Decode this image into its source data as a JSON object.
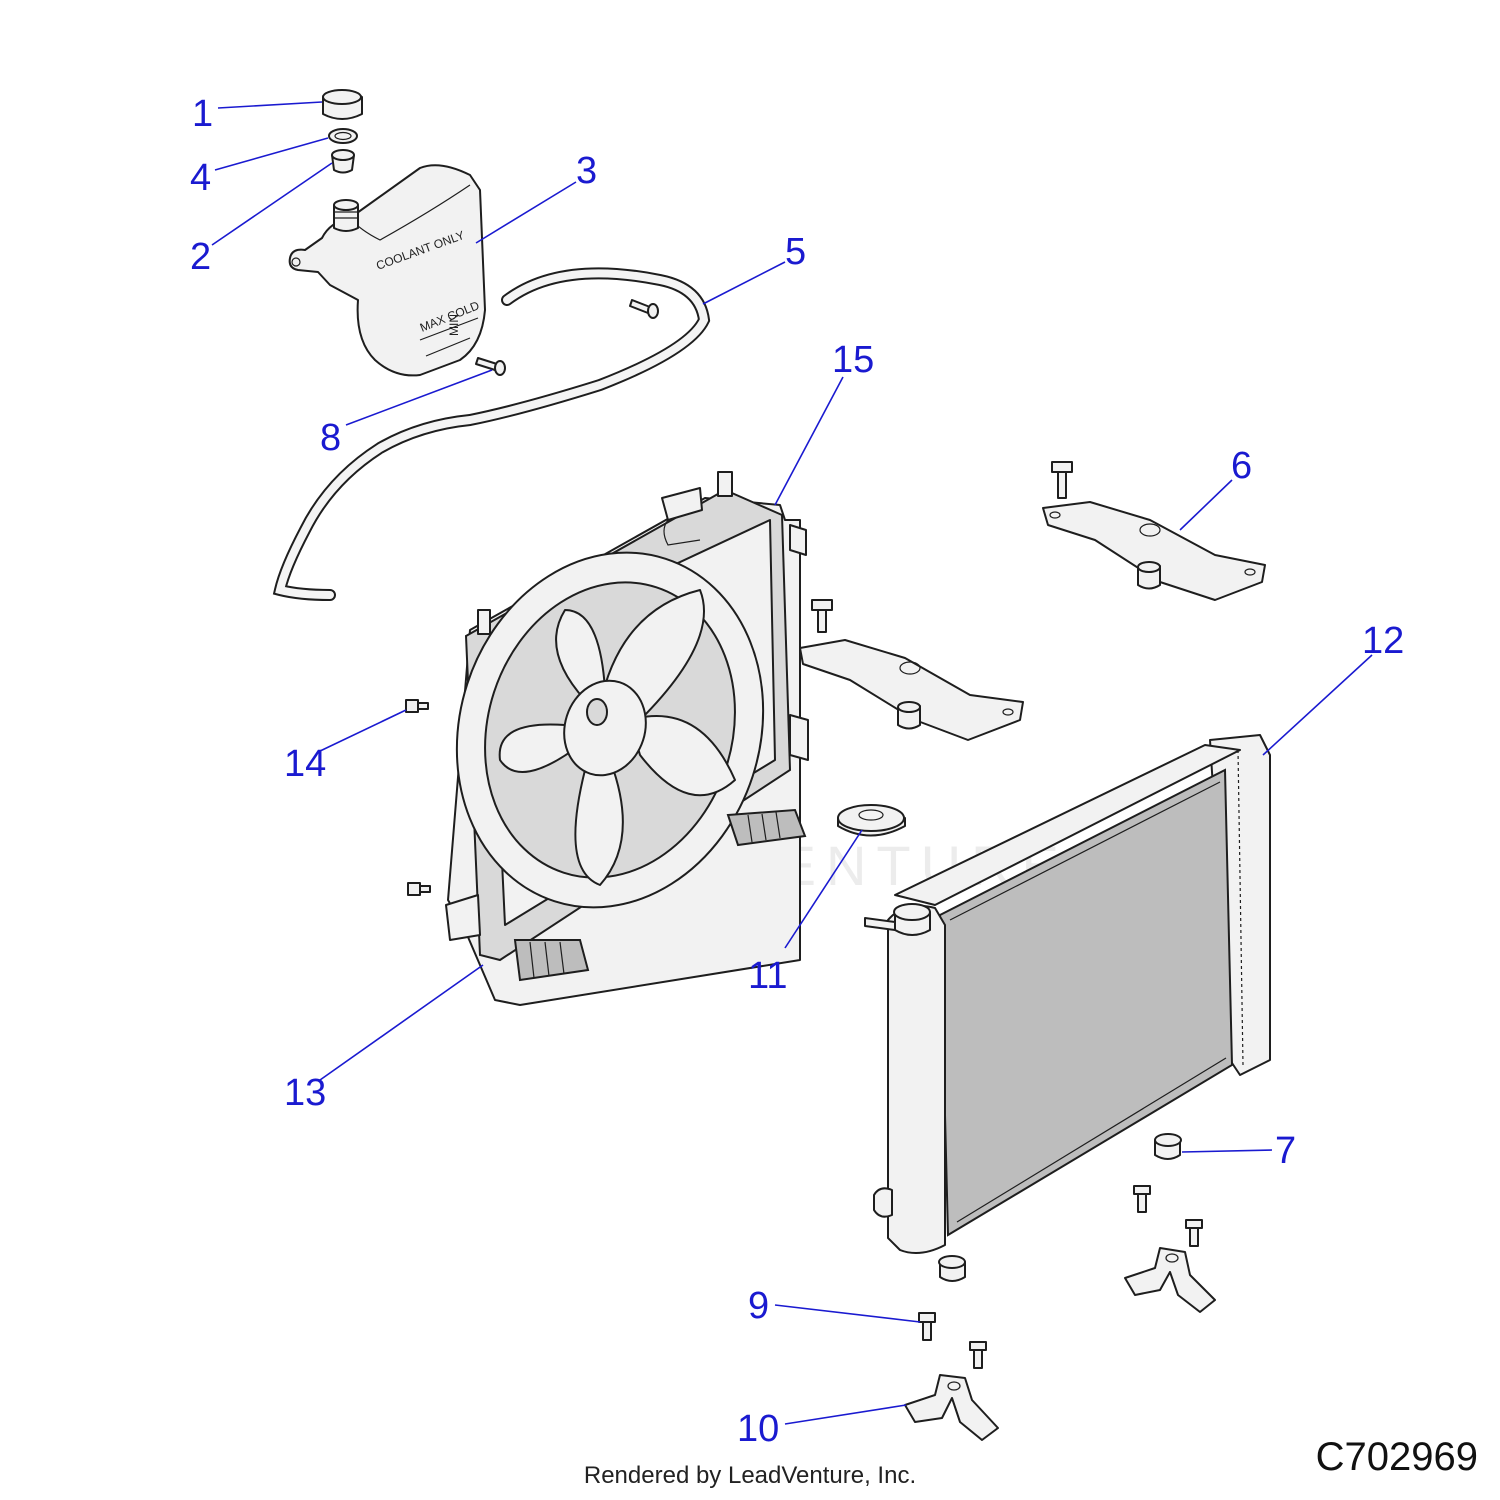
{
  "diagram": {
    "drawing_id": "C702969",
    "credit": "Rendered by LeadVenture, Inc.",
    "watermark": "LEADVENTURE",
    "tank_labels": {
      "coolant_only": "COOLANT ONLY",
      "max_cold": "MAX COLD",
      "min": "MIN"
    },
    "callouts": [
      {
        "number": "1",
        "part": "reservoir-cap"
      },
      {
        "number": "2",
        "part": "filler-neck-insert"
      },
      {
        "number": "3",
        "part": "coolant-reservoir"
      },
      {
        "number": "4",
        "part": "o-ring"
      },
      {
        "number": "5",
        "part": "overflow-hose"
      },
      {
        "number": "6",
        "part": "upper-mount-bracket"
      },
      {
        "number": "7",
        "part": "grommet"
      },
      {
        "number": "8",
        "part": "reservoir-screw"
      },
      {
        "number": "9",
        "part": "bracket-screw"
      },
      {
        "number": "10",
        "part": "lower-mount-bracket"
      },
      {
        "number": "11",
        "part": "radiator-cap"
      },
      {
        "number": "12",
        "part": "radiator"
      },
      {
        "number": "13",
        "part": "fan-shroud"
      },
      {
        "number": "14",
        "part": "shroud-fastener"
      },
      {
        "number": "15",
        "part": "cooling-fan-assembly"
      }
    ]
  }
}
